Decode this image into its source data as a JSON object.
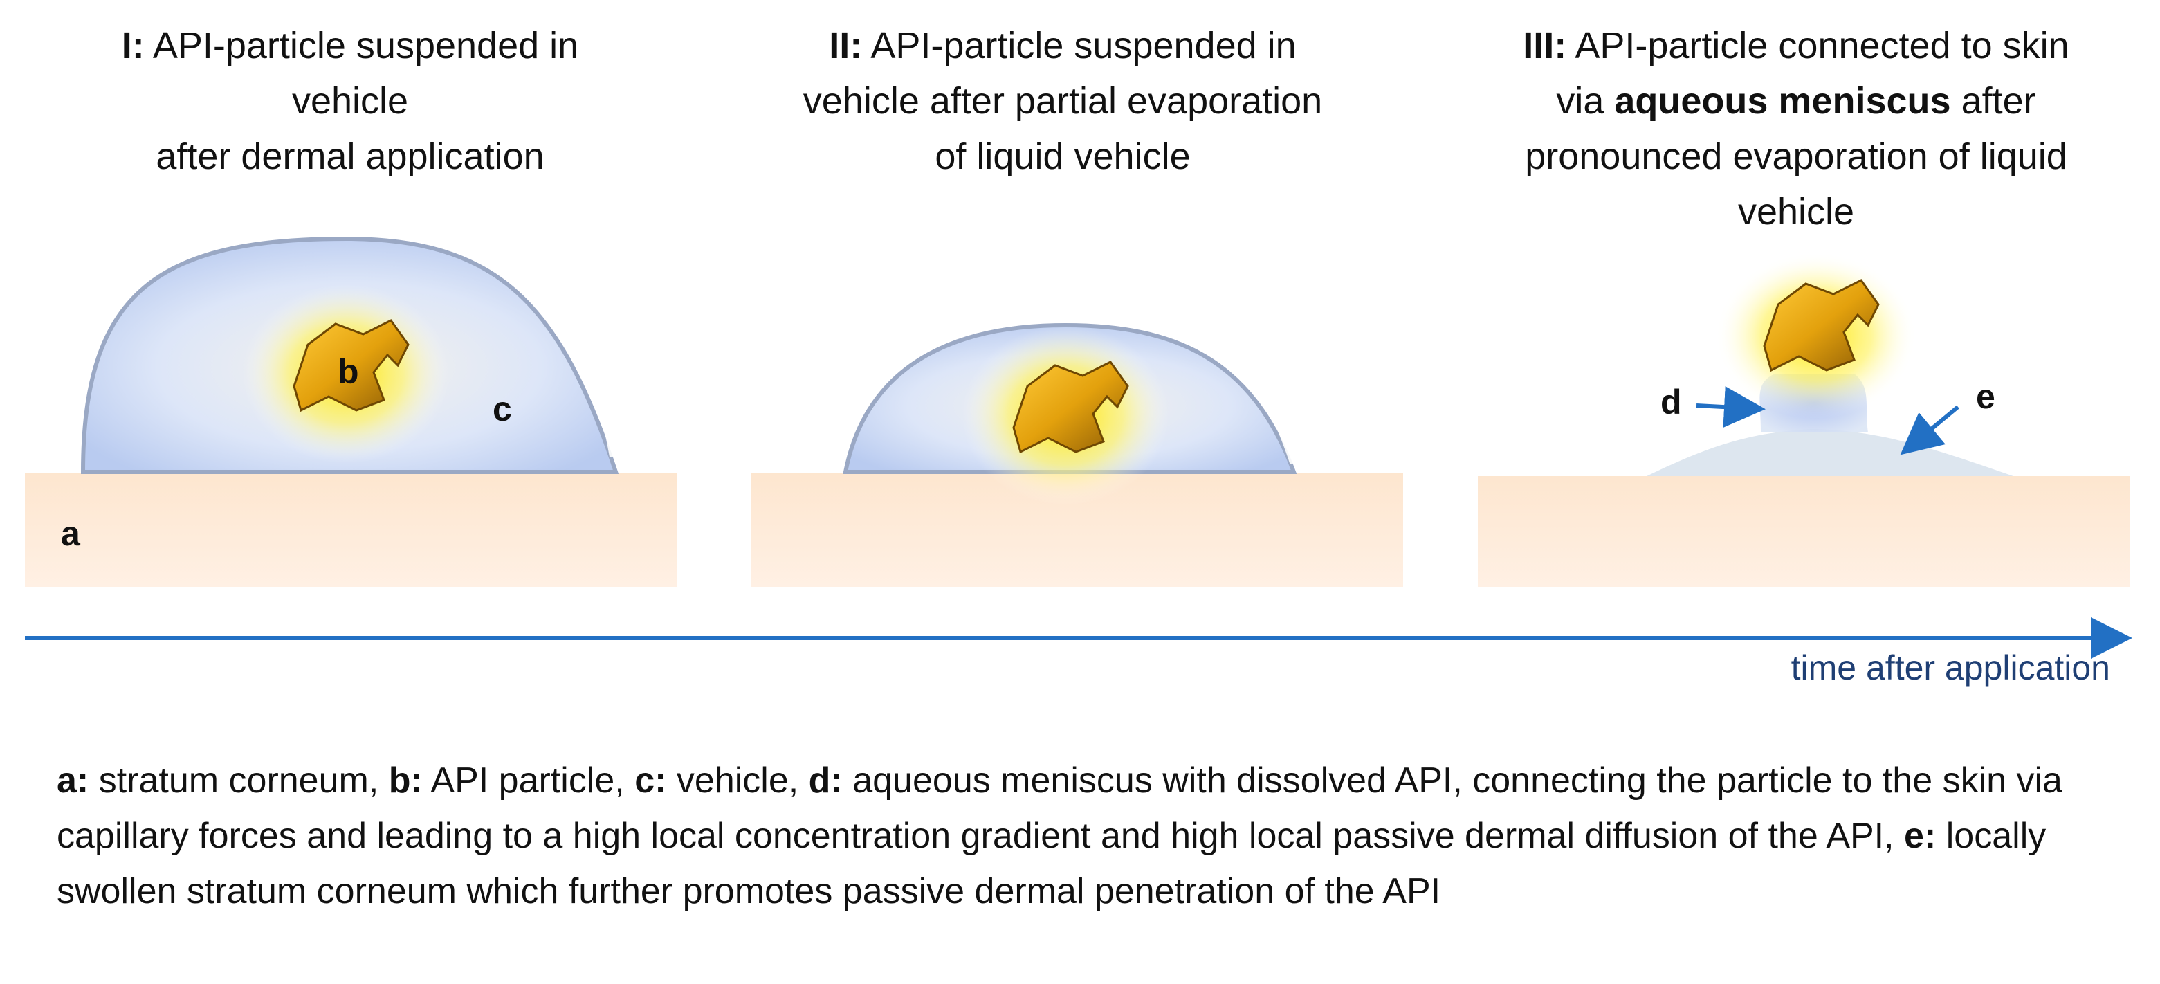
{
  "panels": [
    {
      "prefix": "I:",
      "line1": "API-particle suspended in",
      "line2": "vehicle",
      "line3": "after dermal application"
    },
    {
      "prefix": "II:",
      "line1": "API-particle suspended in",
      "line2": "vehicle after partial evaporation",
      "line3": "of liquid vehicle"
    },
    {
      "prefix": "III:",
      "line1": "API-particle connected to skin",
      "line2_pre": "via",
      "line2_bold": "aqueous meniscus",
      "line2_post": "after",
      "line3": "pronounced evaporation of liquid",
      "line4": "vehicle"
    }
  ],
  "labels": {
    "a": "a",
    "b": "b",
    "c": "c",
    "d": "d",
    "e": "e"
  },
  "time_axis_label": "time after application",
  "legend": {
    "a_key": "a:",
    "a_text": "stratum corneum,",
    "b_key": "b:",
    "b_text": "API particle,",
    "c_key": "c:",
    "c_text": "vehicle,",
    "d_key": "d:",
    "d_text": "aqueous meniscus with dissolved API, connecting the particle to the skin via capillary forces and leading to a high local concentration gradient and high local passive dermal diffusion of the API,",
    "e_key": "e:",
    "e_text": "locally swollen stratum corneum which further promotes passive dermal penetration of the API"
  },
  "colors": {
    "skin": "#fde8d3",
    "vehicle": "#cfdcf7",
    "particle": "#e7a90f",
    "glow": "#ffe800",
    "arrow": "#2270c4",
    "time_text": "#1f3f74"
  }
}
